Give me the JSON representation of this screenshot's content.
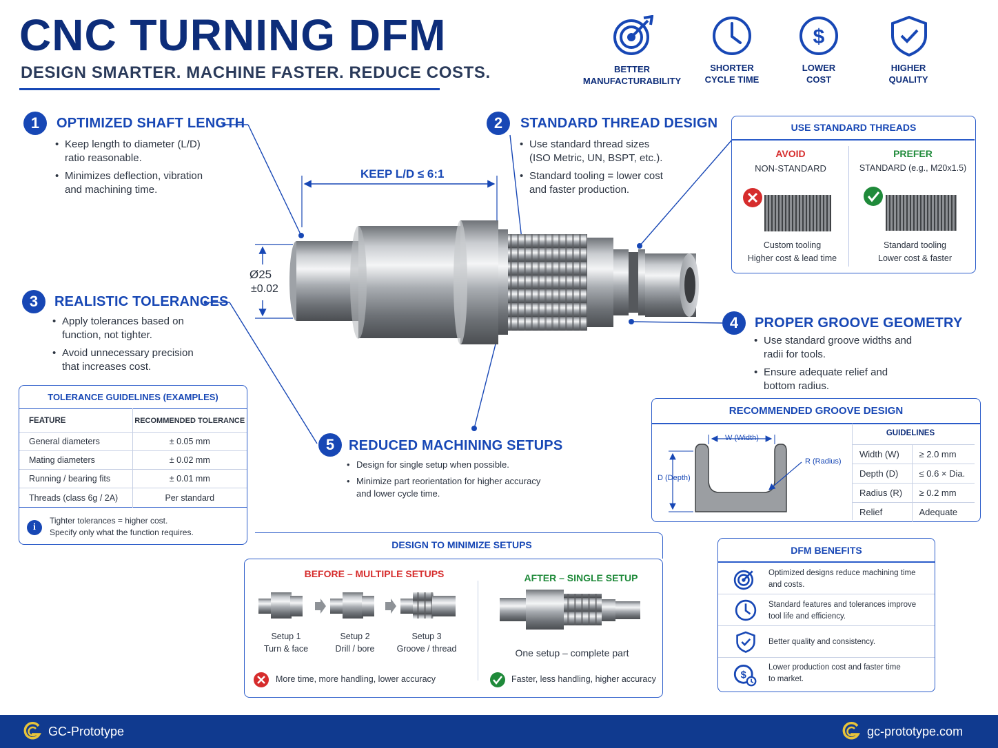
{
  "header": {
    "title": "CNC TURNING DFM",
    "subtitle": "DESIGN SMARTER. MACHINE FASTER. REDUCE COSTS."
  },
  "benefits": [
    {
      "icon": "target-icon",
      "line1": "BETTER",
      "line2": "MANUFACTURABILITY"
    },
    {
      "icon": "clock-icon",
      "line1": "SHORTER",
      "line2": "CYCLE TIME"
    },
    {
      "icon": "dollar-icon",
      "line1": "LOWER",
      "line2": "COST"
    },
    {
      "icon": "shield-check-icon",
      "line1": "HIGHER",
      "line2": "QUALITY"
    }
  ],
  "sections": {
    "s1": {
      "num": "1",
      "title": "OPTIMIZED SHAFT LENGTH",
      "b1a": "Keep length to diameter (L/D)",
      "b1b": "ratio reasonable.",
      "b2a": "Minimizes deflection, vibration",
      "b2b": "and machining time."
    },
    "s2": {
      "num": "2",
      "title": "STANDARD THREAD DESIGN",
      "b1a": "Use standard thread sizes",
      "b1b": "(ISO Metric, UN, BSPT, etc.).",
      "b2a": "Standard tooling = lower cost",
      "b2b": "and faster production."
    },
    "s3": {
      "num": "3",
      "title": "REALISTIC TOLERANCES",
      "b1a": "Apply tolerances based on",
      "b1b": "function, not tighter.",
      "b2a": "Avoid unnecessary precision",
      "b2b": "that increases cost."
    },
    "s4": {
      "num": "4",
      "title": "PROPER GROOVE GEOMETRY",
      "b1a": "Use standard groove widths and",
      "b1b": "radii for tools.",
      "b2a": "Ensure adequate relief and",
      "b2b": "bottom radius."
    },
    "s5": {
      "num": "5",
      "title": "REDUCED MACHINING SETUPS",
      "b1": "Design for single setup when possible.",
      "b2a": "Minimize part reorientation for higher accuracy",
      "b2b": "and lower cycle time."
    }
  },
  "drawing": {
    "ld_label": "KEEP L/D ≤ 6:1",
    "dia_label": "Ø25",
    "tol_label": "±0.02"
  },
  "threads_box": {
    "title": "USE STANDARD THREADS",
    "avoid_label": "AVOID",
    "avoid_sub": "NON-STANDARD",
    "avoid_cap1": "Custom tooling",
    "avoid_cap2": "Higher cost & lead time",
    "prefer_label": "PREFER",
    "prefer_sub": "STANDARD (e.g., M20x1.5)",
    "prefer_cap1": "Standard tooling",
    "prefer_cap2": "Lower cost & faster"
  },
  "tolerance_table": {
    "title": "TOLERANCE GUIDELINES (EXAMPLES)",
    "headers": [
      "FEATURE",
      "RECOMMENDED TOLERANCE"
    ],
    "rows": [
      [
        "General diameters",
        "± 0.05 mm"
      ],
      [
        "Mating diameters",
        "± 0.02 mm"
      ],
      [
        "Running / bearing fits",
        "± 0.01 mm"
      ],
      [
        "Threads (class 6g / 2A)",
        "Per standard"
      ]
    ],
    "note1": "Tighter tolerances = higher cost.",
    "note2": "Specify only what the function requires."
  },
  "groove_box": {
    "title": "RECOMMENDED GROOVE DESIGN",
    "w_label": "W (Width)",
    "r_label": "R (Radius)",
    "d_label": "D (Depth)",
    "guidelines_title": "GUIDELINES",
    "rows": [
      [
        "Width (W)",
        "≥ 2.0 mm"
      ],
      [
        "Depth (D)",
        "≤ 0.6 × Dia."
      ],
      [
        "Radius (R)",
        "≥ 0.2 mm"
      ],
      [
        "Relief",
        "Adequate"
      ]
    ]
  },
  "setups_box": {
    "title": "DESIGN TO MINIMIZE SETUPS",
    "before_title": "BEFORE – MULTIPLE SETUPS",
    "after_title": "AFTER – SINGLE SETUP",
    "steps": [
      {
        "name": "Setup 1",
        "desc": "Turn & face"
      },
      {
        "name": "Setup 2",
        "desc": "Drill / bore"
      },
      {
        "name": "Setup 3",
        "desc": "Groove / thread"
      }
    ],
    "after_caption": "One setup – complete part",
    "before_result": "More time, more handling, lower accuracy",
    "after_result": "Faster, less handling, higher accuracy"
  },
  "dfm_benefits": {
    "title": "DFM BENEFITS",
    "items": [
      {
        "icon": "target-icon",
        "line1": "Optimized designs reduce machining time",
        "line2": "and costs."
      },
      {
        "icon": "clock-icon",
        "line1": "Standard features and tolerances improve",
        "line2": "tool life and efficiency."
      },
      {
        "icon": "shield-check-icon",
        "line1": "Better quality and consistency.",
        "line2": ""
      },
      {
        "icon": "dollar-clock-icon",
        "line1": "Lower production cost and faster time",
        "line2": "to market."
      }
    ]
  },
  "footer": {
    "brand": "GC-Prototype",
    "url": "gc-prototype.com"
  },
  "colors": {
    "navy": "#0d2d7a",
    "accent": "#1747b5",
    "avoid_red": "#d62c2c",
    "prefer_green": "#1f8a3a",
    "footer": "#103a8f",
    "logo_yellow": "#e8c43a"
  }
}
